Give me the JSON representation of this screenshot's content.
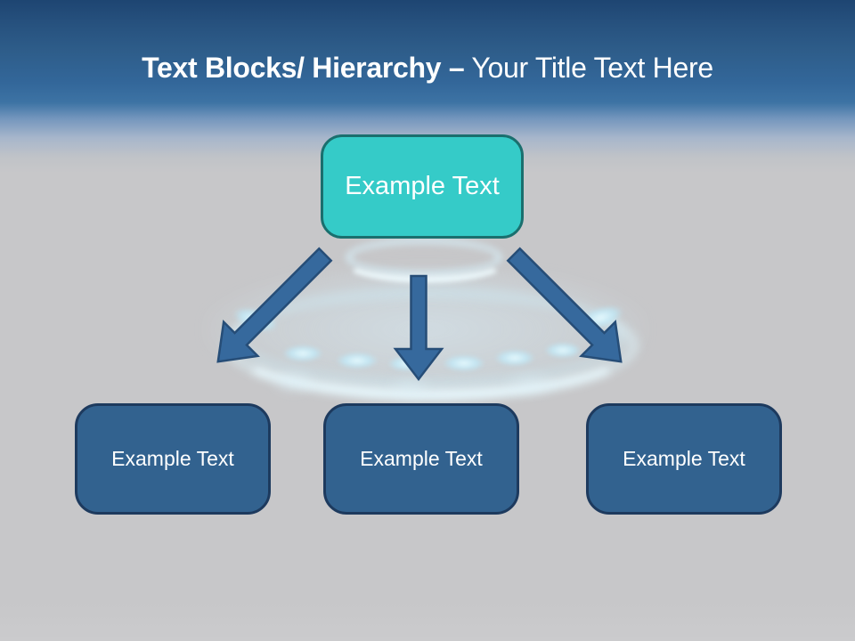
{
  "title": {
    "bold_text": "Text Blocks/ Hierarchy –",
    "regular_text": "Your Title Text Here"
  },
  "hierarchy": {
    "root": {
      "label": "Example Text"
    },
    "children": [
      {
        "label": "Example Text"
      },
      {
        "label": "Example Text"
      },
      {
        "label": "Example Text"
      }
    ]
  },
  "colors": {
    "header_blue_dark": "#1e4572",
    "header_blue": "#33679a",
    "background_gray": "#c7c7c9",
    "title_text": "#ffffff",
    "root_box_fill": "#35cbc8",
    "root_box_border": "#1a6f6e",
    "child_box_fill": "#32628f",
    "child_box_border": "#1d3a5e",
    "arrow_fill": "#36699d",
    "arrow_stroke": "#264d77",
    "flame_glow": "#d6f0f9"
  }
}
